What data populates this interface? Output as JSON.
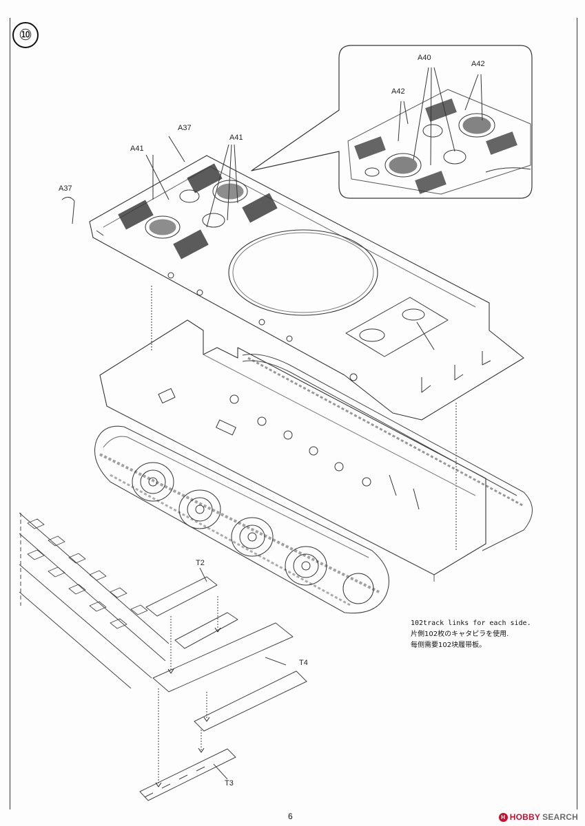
{
  "step": {
    "number": "⑩"
  },
  "callout_labels": {
    "a37_upper": "A37",
    "a37_left": "A37",
    "a41_left": "A41",
    "a41_right": "A41",
    "inset_a40": "A40",
    "inset_a42_left": "A42",
    "inset_a42_right": "A42",
    "t2": "T2",
    "t3": "T3",
    "t4": "T4"
  },
  "note": {
    "en": "102track links for each side.",
    "jp": "片側102枚のキャタピラを使用.",
    "cn": "每侧需要102块履带板。"
  },
  "page": {
    "number": "6"
  },
  "watermark": {
    "logo_letter": "H",
    "brand": "HOBBY",
    "suffix": " SEARCH"
  },
  "colors": {
    "line": "#333333",
    "accent": "#c8102e",
    "paper": "#fdfdfd"
  },
  "icons": [
    "step-number-badge",
    "hobby-search-logo-icon"
  ]
}
